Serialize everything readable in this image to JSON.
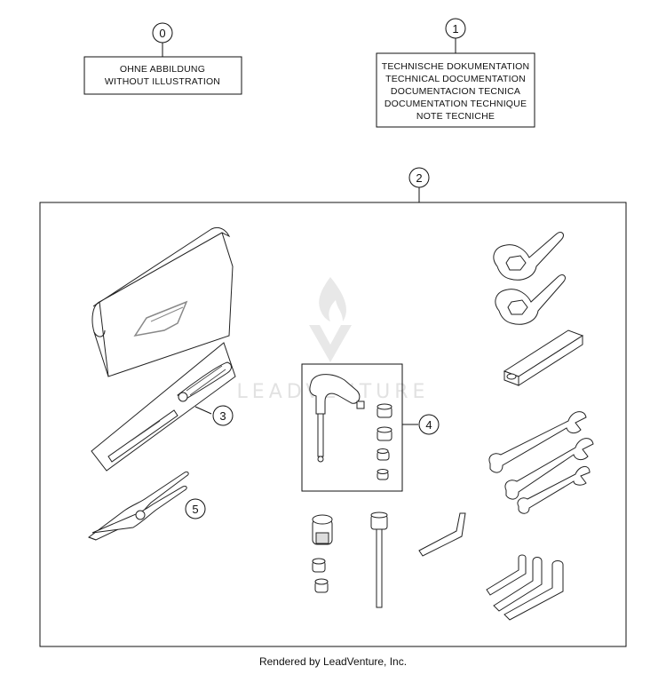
{
  "callouts": {
    "c0": "0",
    "c1": "1",
    "c2": "2",
    "c3": "3",
    "c4": "4",
    "c5": "5"
  },
  "boxes": {
    "without_illustration": [
      "OHNE ABBILDUNG",
      "WITHOUT ILLUSTRATION"
    ],
    "technical_documentation": [
      "TECHNISCHE DOKUMENTATION",
      "TECHNICAL DOCUMENTATION",
      "DOCUMENTACION TECNICA",
      "DOCUMENTATION TECHNIQUE",
      "NOTE TECNICHE"
    ]
  },
  "watermark": "LEADVENTURE",
  "footer": "Rendered by LeadVenture, Inc."
}
